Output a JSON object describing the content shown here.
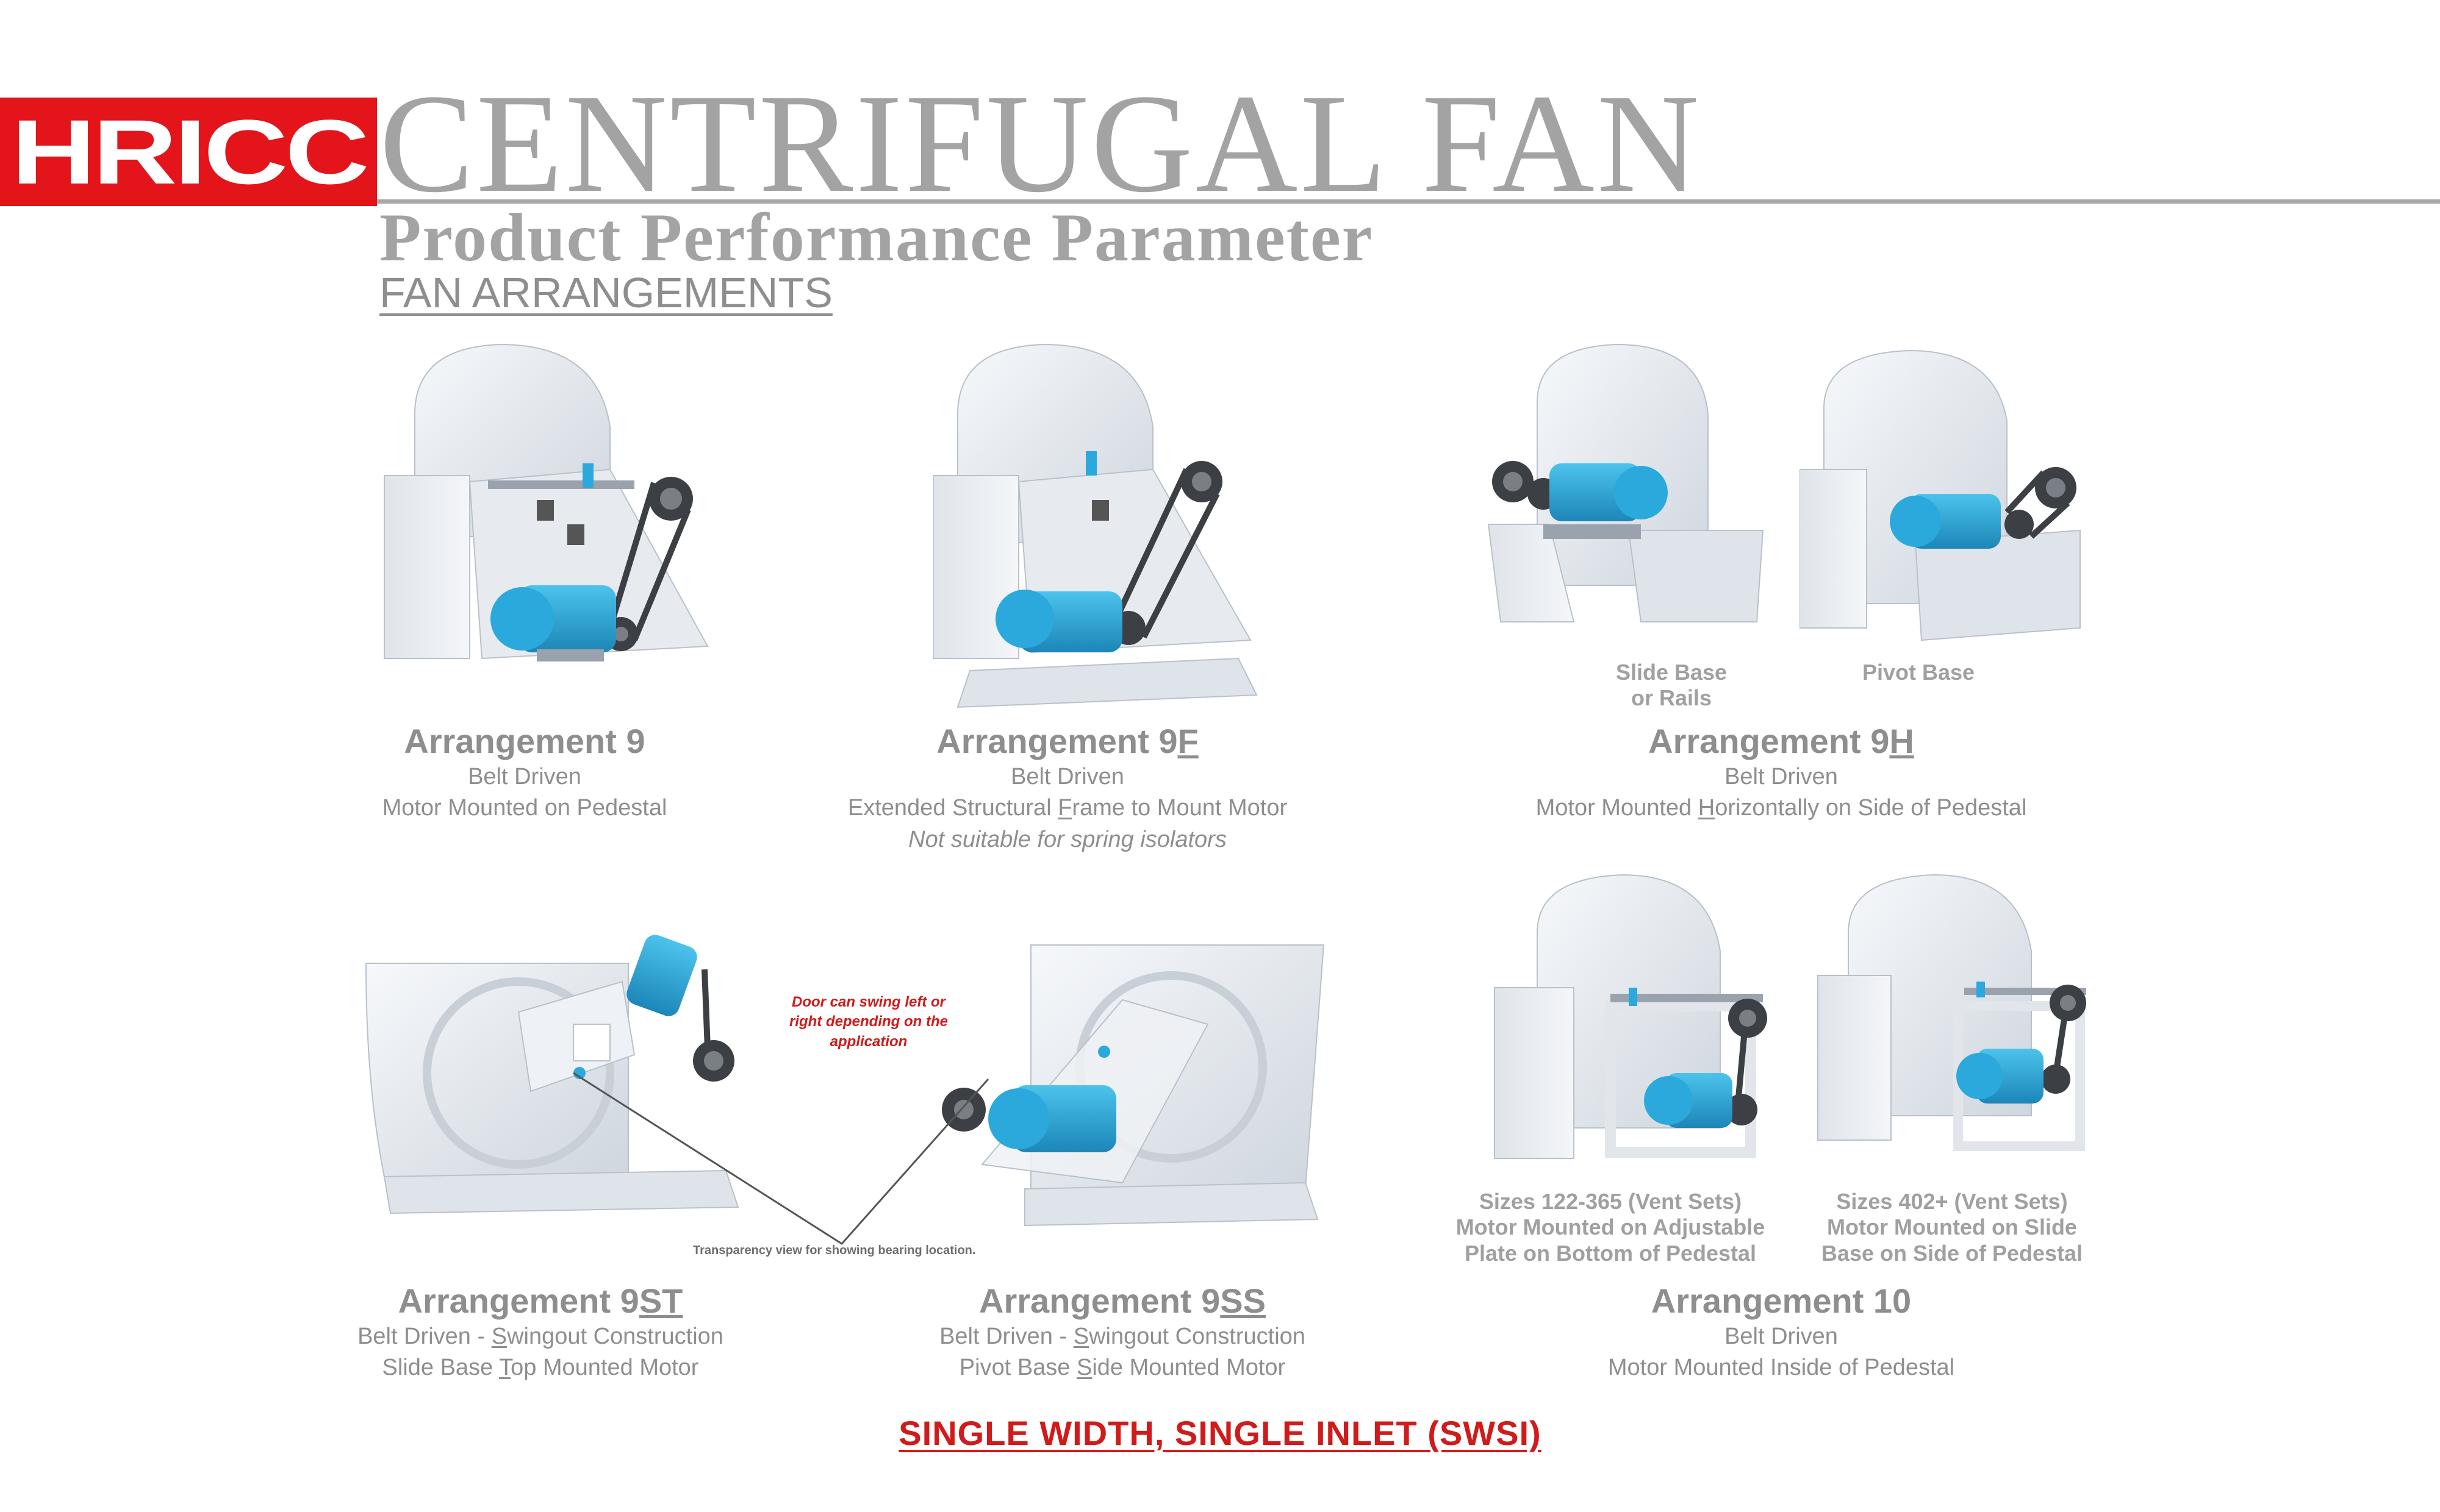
{
  "brand": {
    "logo_text": "HRICC",
    "logo_color": "#e3151b"
  },
  "header": {
    "title": "CENTRIFUGAL FAN",
    "subtitle": "Product Performance Parameter",
    "section": "FAN ARRANGEMENTS"
  },
  "arrangements": [
    {
      "name": "Arrangement 9",
      "lines": [
        "Belt Driven",
        "Motor Mounted on Pedestal"
      ]
    },
    {
      "name_prefix": "Arrangement 9",
      "name_suffix": "F",
      "line1": "Belt Driven",
      "line2_pre": "Extended Structural ",
      "line2_u": "F",
      "line2_post": "rame to Mount Motor",
      "note": "Not suitable for spring isolators"
    },
    {
      "name_prefix": "Arrangement 9",
      "name_suffix": "H",
      "line1": "Belt Driven",
      "line2_pre": "Motor Mounted ",
      "line2_u": "H",
      "line2_post": "orizontally on Side of Pedestal",
      "sub_labels": [
        "Slide Base\nor Rails",
        "Pivot Base"
      ]
    },
    {
      "name_prefix": "Arrangement 9",
      "name_suffix": "ST",
      "line1_pre": "Belt Driven - ",
      "line1_u": "S",
      "line1_post": "wingout Construction",
      "line2_pre": "Slide Base ",
      "line2_u": "T",
      "line2_post": "op Mounted Motor"
    },
    {
      "name_prefix": "Arrangement 9",
      "name_suffix": "SS",
      "line1_pre": "Belt Driven - ",
      "line1_u": "S",
      "line1_post": "wingout Construction",
      "line2_pre": "Pivot Base ",
      "line2_u": "S",
      "line2_post": "ide Mounted Motor"
    },
    {
      "name": "Arrangement 10",
      "lines": [
        "Belt Driven",
        "Motor Mounted Inside of Pedestal"
      ],
      "sub_labels": [
        "Sizes 122-365 (Vent Sets)\nMotor Mounted on Adjustable\nPlate on Bottom of Pedestal",
        "Sizes 402+ (Vent Sets)\nMotor Mounted on Slide\nBase on Side of Pedestal"
      ]
    }
  ],
  "annotations": {
    "door_note": "Door can swing left or\nright depending on the\napplication",
    "transparency_note": "Transparency view for showing bearing location."
  },
  "footer": {
    "text": "SINGLE WIDTH, SINGLE INLET (SWSI)"
  },
  "colors": {
    "accent_red": "#d11a1a",
    "text_gray": "#8e8e8e",
    "motor_blue": "#2ba9dc",
    "fan_body": "#e9edf2"
  }
}
